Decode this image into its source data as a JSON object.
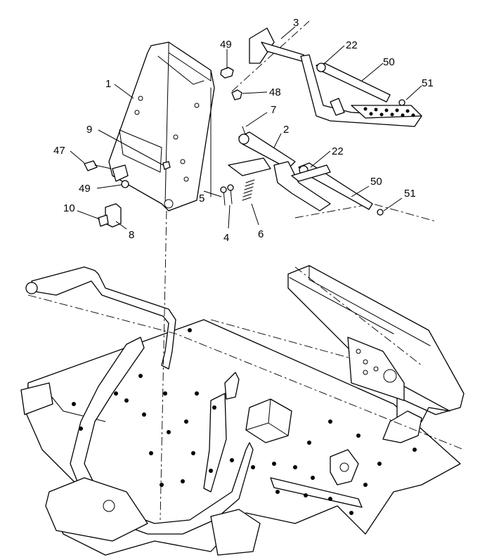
{
  "callouts": [
    {
      "id": "c1",
      "label": "1"
    },
    {
      "id": "c2",
      "label": "2"
    },
    {
      "id": "c3",
      "label": "3"
    },
    {
      "id": "c4",
      "label": "4"
    },
    {
      "id": "c5",
      "label": "5"
    },
    {
      "id": "c6",
      "label": "6"
    },
    {
      "id": "c7",
      "label": "7"
    },
    {
      "id": "c8",
      "label": "8"
    },
    {
      "id": "c9",
      "label": "9"
    },
    {
      "id": "c10",
      "label": "10"
    },
    {
      "id": "c22a",
      "label": "22"
    },
    {
      "id": "c22b",
      "label": "22"
    },
    {
      "id": "c47",
      "label": "47"
    },
    {
      "id": "c48",
      "label": "48"
    },
    {
      "id": "c49a",
      "label": "49"
    },
    {
      "id": "c49b",
      "label": "49"
    },
    {
      "id": "c50a",
      "label": "50"
    },
    {
      "id": "c50b",
      "label": "50"
    },
    {
      "id": "c51a",
      "label": "51"
    },
    {
      "id": "c51b",
      "label": "51"
    }
  ]
}
